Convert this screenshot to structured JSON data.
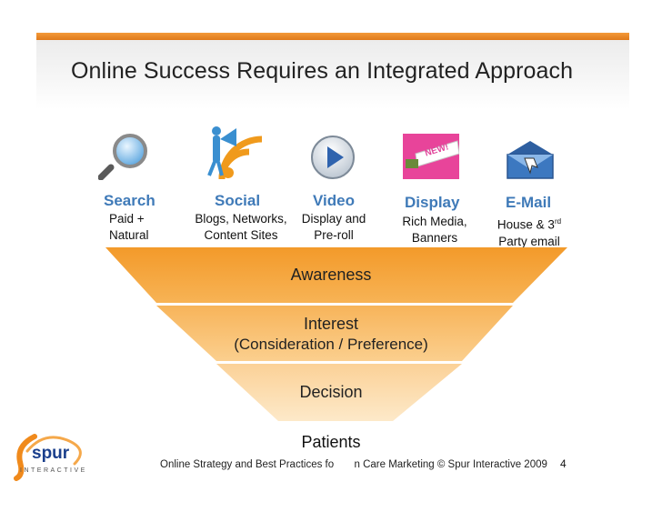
{
  "title": "Online Success Requires an Integrated Approach",
  "channels": [
    {
      "name": "Search",
      "desc1": "Paid +",
      "desc2": "Natural",
      "icon": "magnifier-icon"
    },
    {
      "name": "Social",
      "desc1": "Blogs, Networks,",
      "desc2": "Content Sites",
      "icon": "megaphone-rss-icon"
    },
    {
      "name": "Video",
      "desc1": "Display and",
      "desc2": "Pre-roll",
      "icon": "play-button-icon"
    },
    {
      "name": "Display",
      "desc1": "Rich Media,",
      "desc2": "Banners",
      "icon": "new-banner-icon",
      "banner_text": "NEW!"
    },
    {
      "name": "E-Mail",
      "desc1": "House & 3",
      "desc1_sup": "rd",
      "desc2": "Party email",
      "icon": "envelope-icon"
    }
  ],
  "funnel": {
    "stages": [
      {
        "label": "Awareness"
      },
      {
        "label": "Interest",
        "sublabel": "(Consideration / Preference)"
      },
      {
        "label": "Decision"
      }
    ],
    "outcome": "Patients",
    "colors": {
      "top": "#f5a43a",
      "bottom": "#fde8c4",
      "edge": "#ffffff"
    }
  },
  "footer": {
    "text": "Online Strategy and Best Practices fo       n Care Marketing © Spur Interactive 2009",
    "page": "4"
  },
  "logo": {
    "name": "spur",
    "tagline": "INTERACTIVE",
    "accent": "#f08a1c",
    "brand": "#1a3f8c"
  },
  "colors": {
    "channel_name": "#3f7ab8",
    "accent_bar": "#e88a2a"
  }
}
